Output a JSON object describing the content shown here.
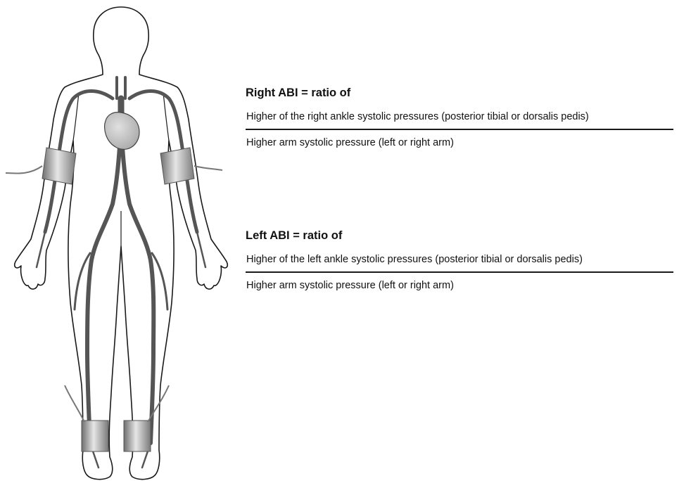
{
  "right_abi": {
    "title": "Right ABI = ratio of",
    "numerator": "Higher of the right ankle systolic pressures (posterior tibial or dorsalis pedis)",
    "denominator": "Higher arm systolic pressure (left or right arm)"
  },
  "left_abi": {
    "title": "Left ABI = ratio of",
    "numerator": "Higher of the left ankle systolic pressures (posterior tibial or dorsalis pedis)",
    "denominator": "Higher arm systolic pressure (left or right arm)"
  },
  "figure": {
    "artery_color": "#555555",
    "heart_color": "#c9c9c9",
    "cuff_colors": [
      "#6e6e6e",
      "#d8d8d8"
    ],
    "body_outline_color": "#1a1a1a"
  }
}
